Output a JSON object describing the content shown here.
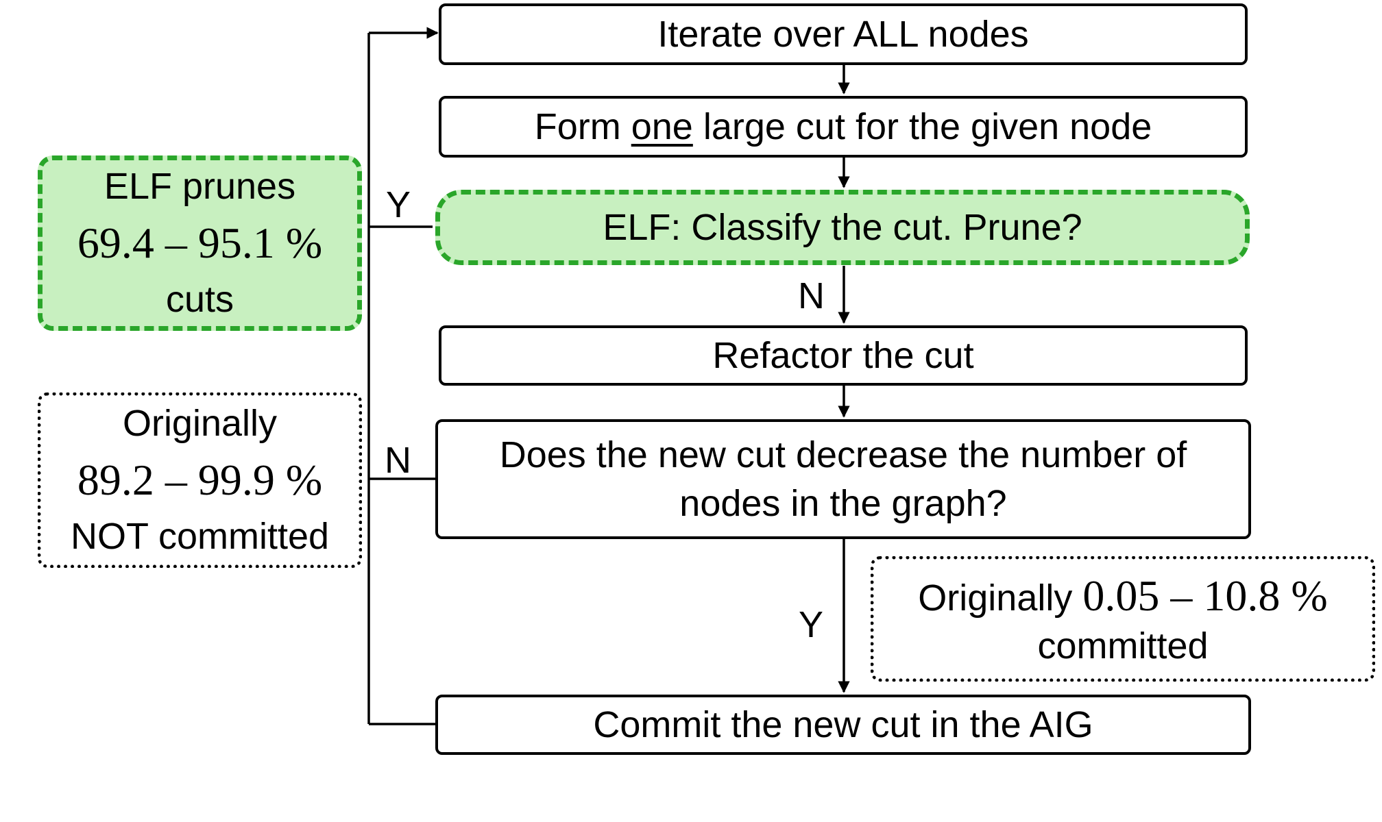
{
  "steps": {
    "iterate": "Iterate over ALL nodes",
    "form_prefix": "Form",
    "form_underlined": "one",
    "form_suffix": "large cut for the given node",
    "classify": "ELF: Classify the cut. Prune?",
    "refactor": "Refactor the cut",
    "decrease_line1": "Does the new cut decrease the number of",
    "decrease_line2": "nodes in the graph?",
    "commit": "Commit the new cut in the AIG"
  },
  "edge_labels": {
    "classify_no": "N",
    "classify_yes": "Y",
    "decrease_no": "N",
    "decrease_yes": "Y"
  },
  "annotations": {
    "elf_prunes": {
      "line1": "ELF prunes",
      "range": "69.4 – 95.1 %",
      "line3": "cuts"
    },
    "not_committed": {
      "line1": "Originally",
      "range": "89.2 – 99.9 %",
      "line3": "NOT committed"
    },
    "committed": {
      "prefix": "Originally",
      "range": "0.05 – 10.8 %",
      "line2": "committed"
    }
  },
  "colors": {
    "highlight_fill": "#c8f0c0",
    "highlight_border": "#2aa62a",
    "line": "#000000"
  }
}
